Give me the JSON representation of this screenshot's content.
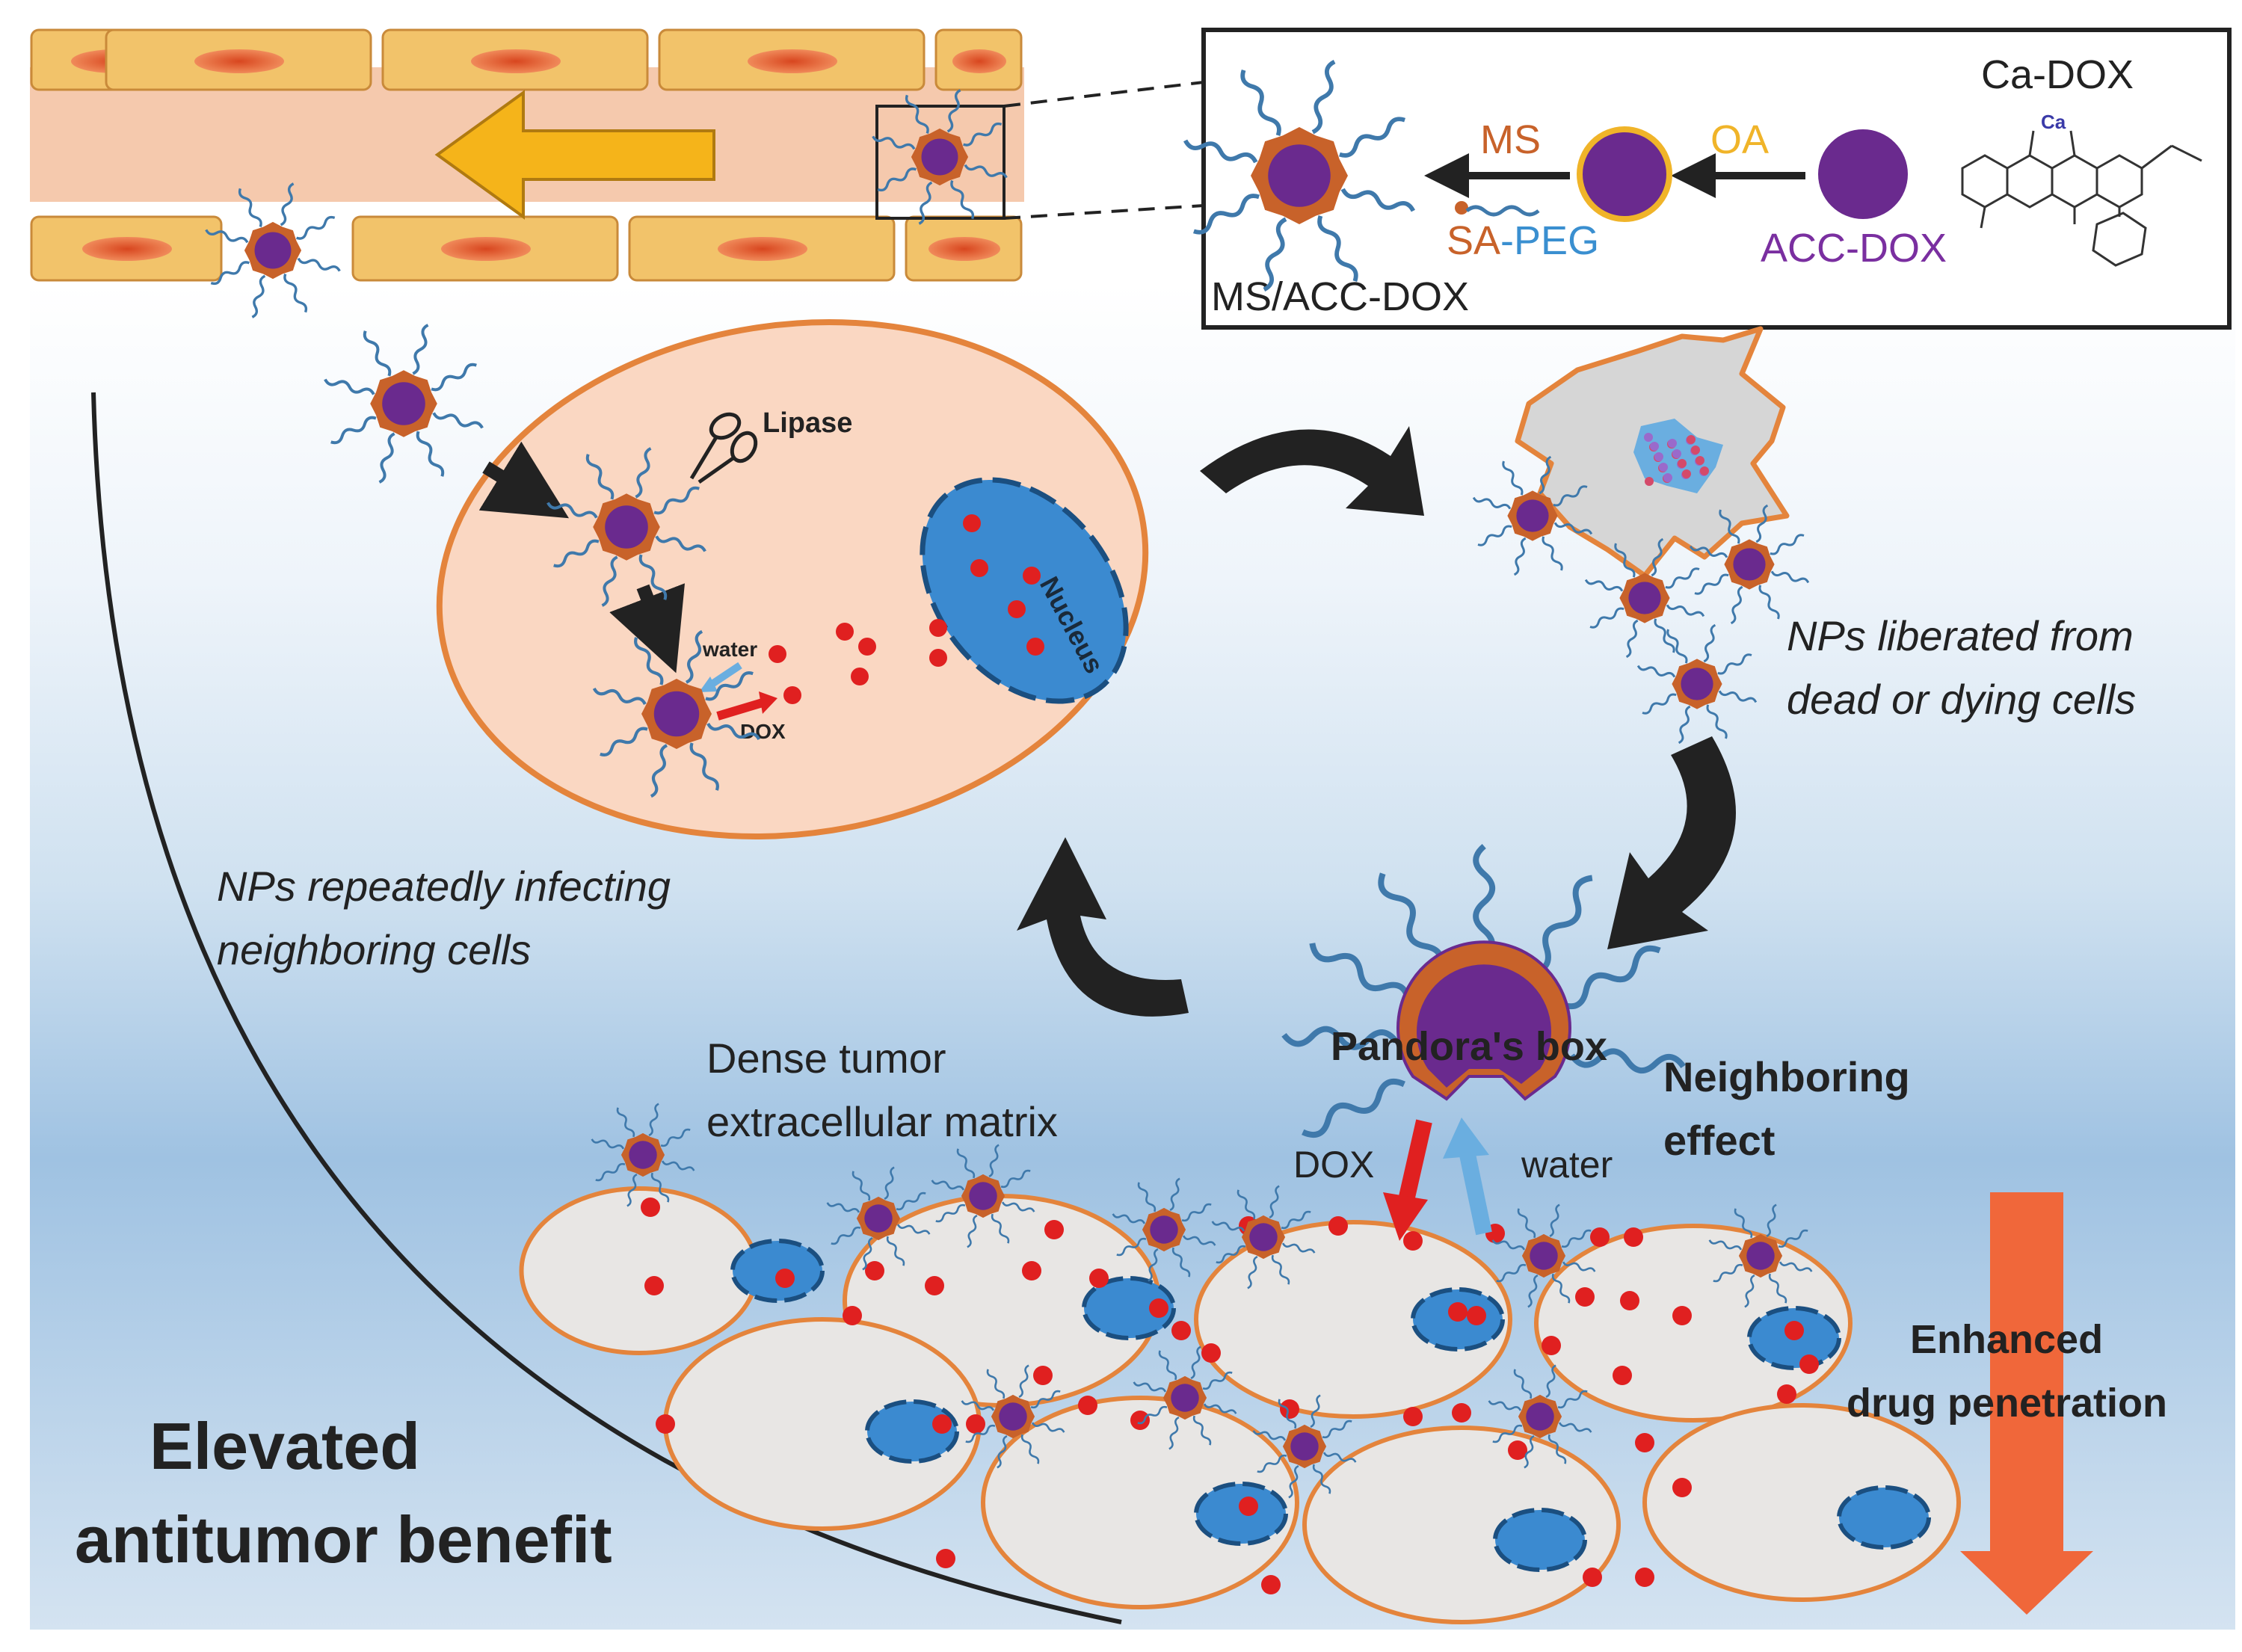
{
  "inset": {
    "ca_dox_label": "Ca-DOX",
    "ca_atom_label": "Ca",
    "ms_label": "MS",
    "oa_label": "OA",
    "sa_label": "SA",
    "peg_label": "PEG",
    "sa_peg_dash": "-",
    "acc_dox_label": "ACC-DOX",
    "ms_acc_dox_label": "MS/ACC-DOX"
  },
  "cell": {
    "lipase_label": "Lipase",
    "nucleus_label": "Nucleus",
    "water_label": "water",
    "dox_label": "DOX"
  },
  "captions": {
    "nps_liberated_line1": "NPs liberated from",
    "nps_liberated_line2": "dead or dying cells",
    "nps_repeatedly_line1": "NPs repeatedly infecting",
    "nps_repeatedly_line2": "neighboring cells",
    "pandora": "Pandora's box",
    "dense_line1": "Dense tumor",
    "dense_line2": "extracellular matrix",
    "neighboring_line1": "Neighboring",
    "neighboring_line2": "effect",
    "dox": "DOX",
    "water": "water",
    "enhanced_line1": "Enhanced",
    "enhanced_line2": "drug penetration",
    "elevated_line1": "Elevated",
    "elevated_line2": "antitumor benefit"
  },
  "colors": {
    "vessel_fill": "#f5c9ad",
    "endothelium": "#f2c36a",
    "core_purple": "#6a2a8e",
    "shell_orange": "#c8622a",
    "peg_blue": "#3f79ab",
    "nucleus_blue": "#3b8ad0",
    "dox_red": "#e02020",
    "cell_outline": "#e4843c",
    "matrix_cell_fill": "#e8e6e4",
    "flow_arrow": "#f5b41a",
    "penetration_arrow": "#f0673a",
    "ms_text": "#c8622a",
    "oa_text": "#f0b429",
    "peg_text": "#3a8fd0",
    "acc_text": "#7a2fa0"
  }
}
